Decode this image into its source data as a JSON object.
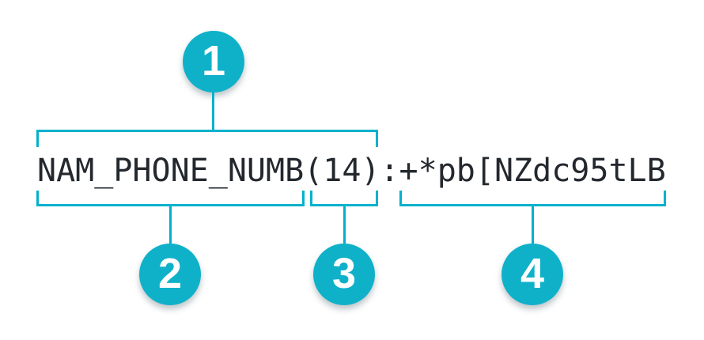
{
  "figure": {
    "code_string": "NAM_PHONE_NUMB(14):+*pb[NZdc95tLB",
    "callouts": [
      {
        "number": "1",
        "points_to": "NAM_PHONE_NUMB(14)"
      },
      {
        "number": "2",
        "points_to": "NAM_PHONE_NUMB"
      },
      {
        "number": "3",
        "points_to": "(14)"
      },
      {
        "number": "4",
        "points_to": "+*pb[NZdc95tLB"
      }
    ]
  },
  "colors": {
    "accent_line": "#00b1cd",
    "accent_fill": "#0fb1c9",
    "text": "#23282e",
    "background": "#ffffff"
  }
}
